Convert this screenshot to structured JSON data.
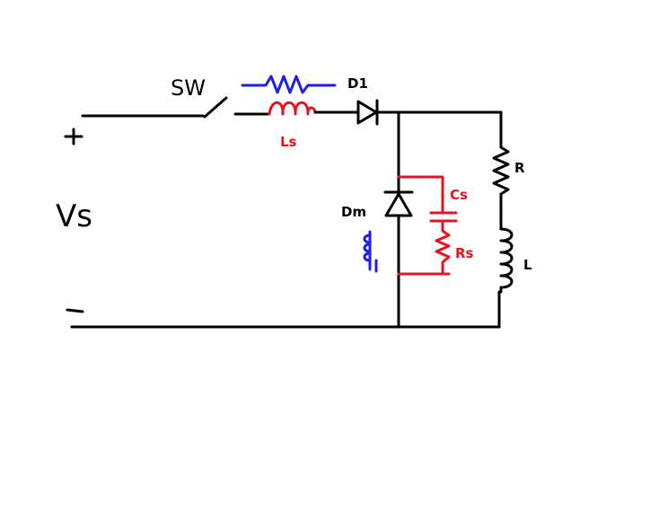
{
  "colors": {
    "wire": "#000000",
    "snubber": "#e8131f",
    "stray": "#1a1ef0"
  },
  "labels": {
    "sw": "SW",
    "d1": "D1",
    "ls": "Ls",
    "r": "R",
    "cs": "Cs",
    "dm": "Dm",
    "rs": "Rs",
    "l": "L",
    "vs": "Vs",
    "plus": "+",
    "minus": "-"
  }
}
